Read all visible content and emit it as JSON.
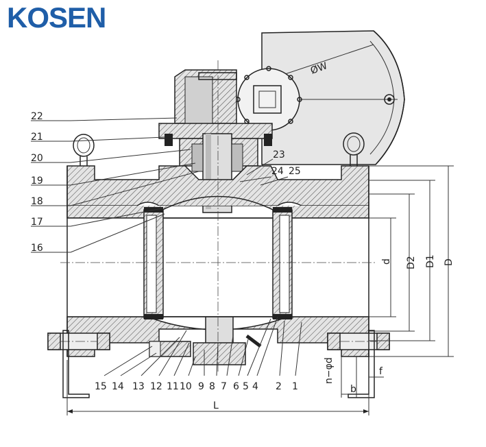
{
  "logo": {
    "text": "KOSEN",
    "color": "#1f5ea8"
  },
  "callouts": {
    "c22": "22",
    "c21": "21",
    "c20": "20",
    "c19": "19",
    "c18": "18",
    "c17": "17",
    "c16": "16",
    "c23": "23",
    "c24": "24",
    "c25": "25",
    "c15": "15",
    "c14": "14",
    "c13": "13",
    "c12": "12",
    "c11": "11",
    "c10": "10",
    "c9": "9",
    "c8": "8",
    "c7": "7",
    "c6": "6",
    "c5": "5",
    "c4": "4",
    "c2": "2",
    "c1": "1"
  },
  "dimensions": {
    "d": "d",
    "D2": "D2",
    "D1": "D1",
    "D": "D",
    "L": "L",
    "b": "b",
    "f": "f",
    "n_phi_d": "n−φd",
    "phi_W": "ØW"
  }
}
